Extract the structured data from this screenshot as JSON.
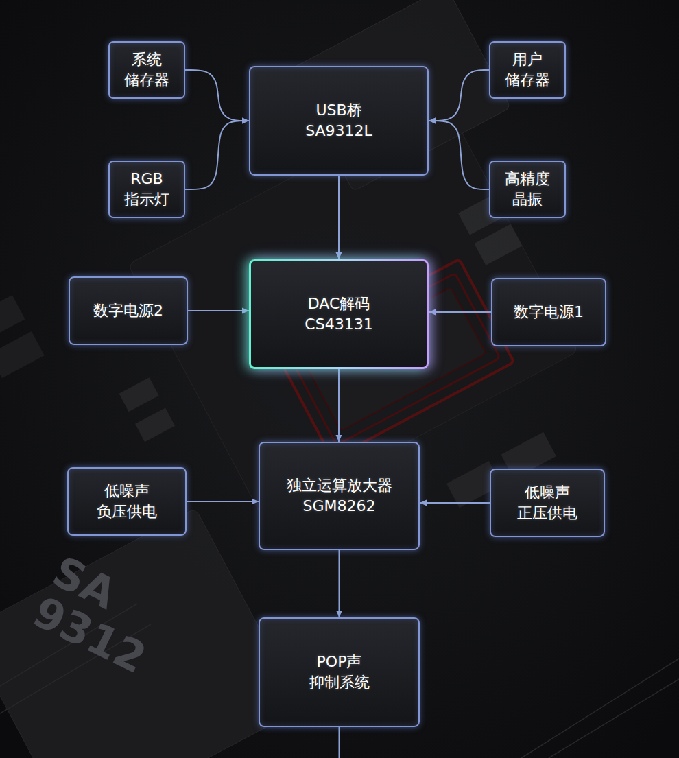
{
  "diagram": {
    "nodes": [
      {
        "text": [
          "系统 储存器"
        ]
      },
      {
        "text": [
          "RGB 指示灯"
        ]
      },
      {
        "text": [
          "USB桥 SA9312L"
        ]
      },
      {
        "text": [
          "用户 储存器"
        ]
      },
      {
        "text": [
          "高精度 晶振"
        ]
      },
      {
        "text": [
          "数字电源2"
        ]
      },
      {
        "text": [
          "DAC解码 CS43131"
        ]
      },
      {
        "text": [
          "数字电源1"
        ]
      },
      {
        "text": [
          "低噪声 负压供电"
        ]
      },
      {
        "text": [
          "独立运算放大器 SGM8262"
        ]
      },
      {
        "text": [
          "低噪声 正压供电"
        ]
      },
      {
        "text": [
          "POP声 抑制系统"
        ]
      }
    ],
    "edges": [
      {
        "from": 0,
        "to": 2,
        "arrow": "to"
      },
      {
        "from": 1,
        "to": 2,
        "arrow": "to"
      },
      {
        "from": 3,
        "to": 2,
        "arrow": "to"
      },
      {
        "from": 4,
        "to": 2,
        "arrow": "to"
      },
      {
        "from": 2,
        "to": 6,
        "arrow": "to"
      },
      {
        "from": 5,
        "to": 6,
        "arrow": "to"
      },
      {
        "from": 7,
        "to": 6,
        "arrow": "to"
      },
      {
        "from": 6,
        "to": 9,
        "arrow": "to"
      },
      {
        "from": 8,
        "to": 9,
        "arrow": "to"
      },
      {
        "from": 10,
        "to": 9,
        "arrow": "to"
      },
      {
        "from": 9,
        "to": 11,
        "arrow": "to"
      }
    ],
    "labels": [
      "SA 9312"
    ]
  }
}
